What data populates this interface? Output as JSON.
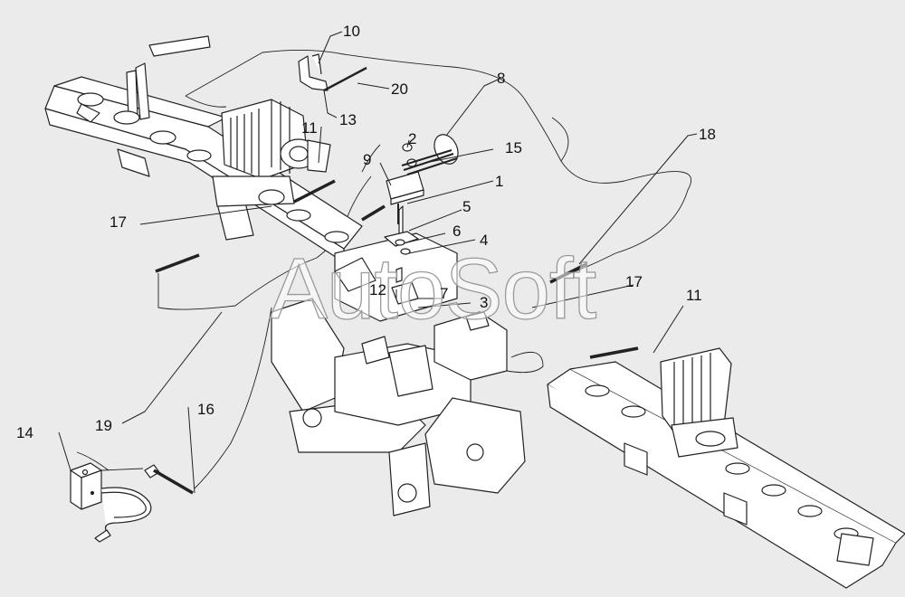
{
  "watermark": "AutoSoft",
  "callouts": [
    "10",
    "20",
    "13",
    "8",
    "11",
    "2",
    "15",
    "9",
    "1",
    "5",
    "6",
    "4",
    "17",
    "12",
    "7",
    "3",
    "17",
    "18",
    "11",
    "19",
    "14",
    "16"
  ],
  "colors": {
    "background": "#ebebeb",
    "line": "#222222",
    "fill": "#ffffff"
  }
}
